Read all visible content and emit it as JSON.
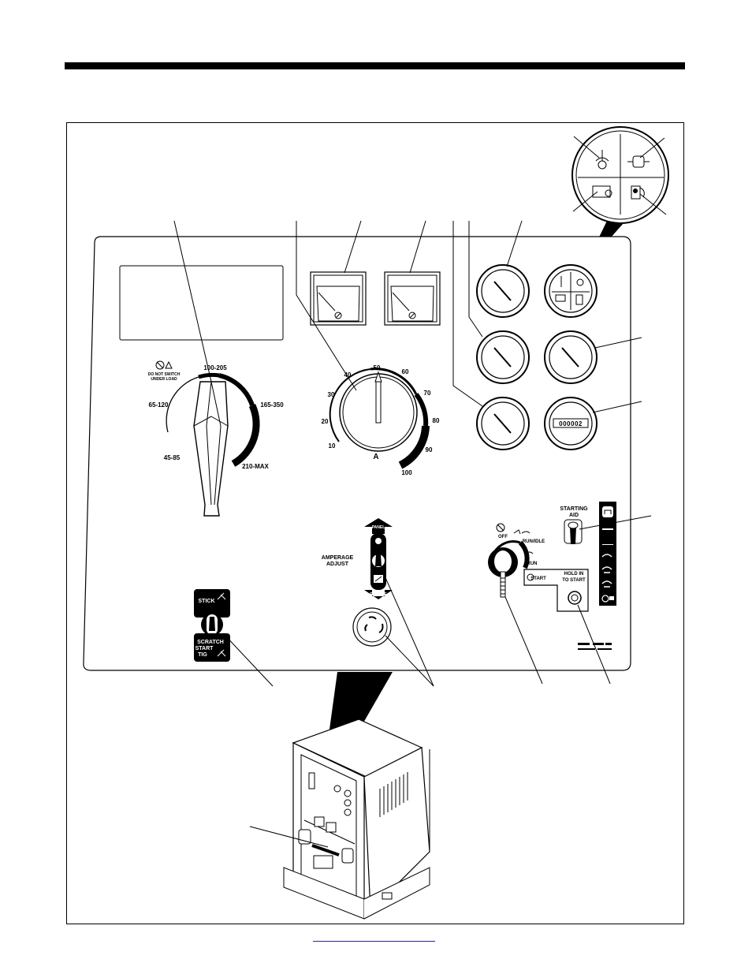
{
  "panel": {
    "range_selector": {
      "caution": [
        "DO NOT SWITCH",
        "UNDER LOAD"
      ],
      "ranges": [
        "45-85",
        "65-120",
        "100-205",
        "165-350",
        "210-MAX"
      ]
    },
    "fine_dial": {
      "ticks": [
        "10",
        "20",
        "30",
        "40",
        "50",
        "60",
        "70",
        "80",
        "90",
        "100"
      ],
      "unit": "A"
    },
    "amperage_adjust": {
      "label": [
        "AMPERAGE",
        "ADJUST"
      ],
      "panel_label": "PANEL",
      "remote_label": "REMOTE"
    },
    "process_switch": {
      "stick_label": "STICK",
      "scratch_label": [
        "SCRATCH",
        "START",
        "TIG"
      ]
    },
    "engine_switch": {
      "off_label": "OFF",
      "run_idle_label": "RUN/IDLE",
      "run_label": "RUN",
      "start_label": "START"
    },
    "starting_aid": {
      "label": [
        "STARTING",
        "AID"
      ],
      "hold_label": [
        "HOLD IN",
        "TO START"
      ]
    },
    "hour_meter": {
      "digits": "000002"
    }
  }
}
